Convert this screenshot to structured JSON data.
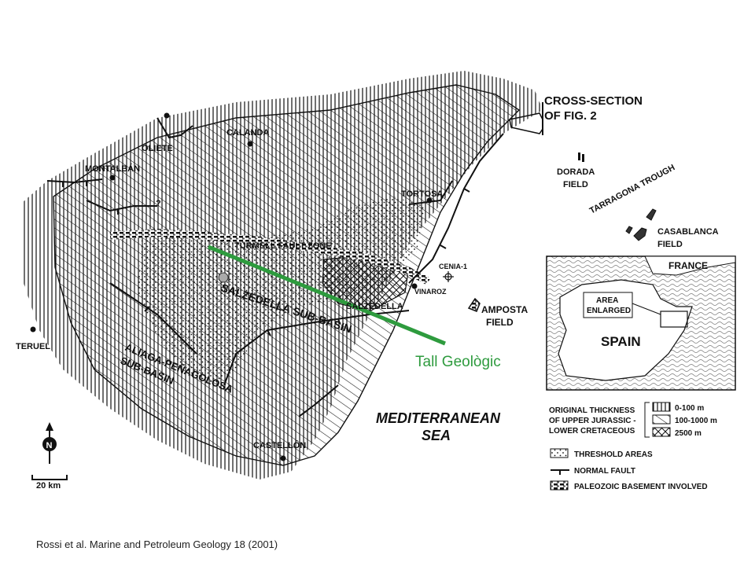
{
  "labels": {
    "cross_section": [
      "CROSS-SECTION",
      "OF FIG. 2"
    ],
    "towns": {
      "calanda": "CALANDA",
      "oliete": "OLIETE",
      "montalban": "MONTALBÁN",
      "tortosa": "TORTOSA",
      "teruel": "TERUEL",
      "vinaroz": "VINAROZ",
      "castellon": "CASTELLÓN",
      "cenia": "CENIA-1"
    },
    "fields": {
      "dorada": [
        "DORADA",
        "FIELD"
      ],
      "casablanca": [
        "CASABLANCA",
        "FIELD"
      ],
      "amposta": [
        "AMPOSTA",
        "FIELD"
      ]
    },
    "tarragona": "TARRAGONA TROUGH",
    "turmell": "TURMELL FAULT ZONE",
    "salzedella_sub": "SALZEDELLA SUB-BASIN",
    "salzedella": "SALZEDELLA",
    "aliaga": [
      "ALIAGA-PEÑAGOLOSA",
      "SUB-BASIN"
    ],
    "sea": [
      "MEDITERRANEAN",
      "SEA"
    ],
    "scale": "20 km",
    "north": "N",
    "question": "?"
  },
  "inset": {
    "france": "FRANCE",
    "spain": "SPAIN",
    "area": [
      "AREA",
      "ENLARGED"
    ]
  },
  "legend": {
    "title": [
      "ORIGINAL THICKNESS",
      "OF UPPER JURASSIC -",
      "LOWER CRETACEOUS"
    ],
    "thickness": [
      "0-100 m",
      "100-1000 m",
      "2500 m"
    ],
    "threshold": "THRESHOLD AREAS",
    "normal_fault": "NORMAL FAULT",
    "paleozoic": "PALEOZOIC BASEMENT INVOLVED"
  },
  "section_label": "Tall Geològic",
  "caption": "Rossi et al. Marine and Petroleum Geology 18 (2001)",
  "colors": {
    "section_line": "#2e9b3e",
    "ink": "#111111"
  }
}
